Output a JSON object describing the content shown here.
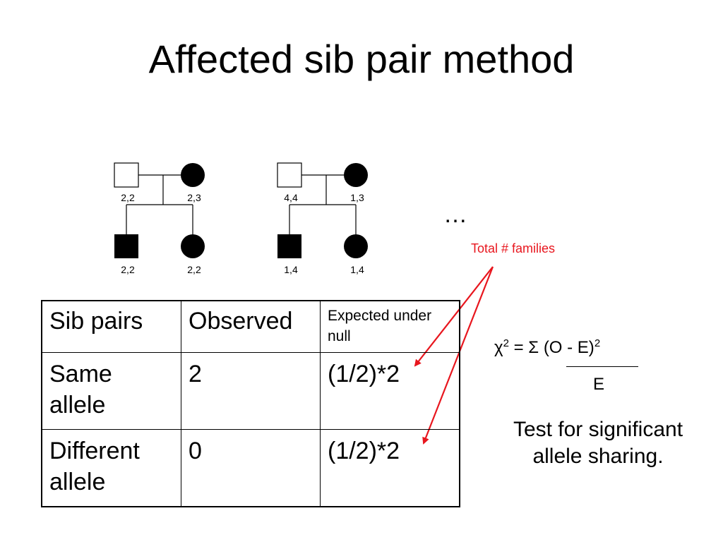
{
  "title": "Affected sib pair method",
  "pedigrees": [
    {
      "father_genotype": "2,2",
      "mother_genotype": "2,3",
      "son_genotype": "2,2",
      "daughter_genotype": "2,2"
    },
    {
      "father_genotype": "4,4",
      "mother_genotype": "1,3",
      "son_genotype": "1,4",
      "daughter_genotype": "1,4"
    }
  ],
  "ellipsis": "…",
  "annotation": "Total # families",
  "table": {
    "headers": [
      "Sib pairs",
      "Observed",
      "Expected under null"
    ],
    "rows": [
      [
        "Same allele",
        "2",
        "(1/2)*2"
      ],
      [
        "Different allele",
        "0",
        "(1/2)*2"
      ]
    ]
  },
  "formula": {
    "chi": "χ",
    "exponent": "2",
    "equals_sum": " = Σ ",
    "numerator": "(O - E)",
    "denominator": "E"
  },
  "conclusion_line1": "Test for significant",
  "conclusion_line2": "allele sharing.",
  "colors": {
    "annotation": "#e8161e",
    "shape_fill": "#000000"
  }
}
